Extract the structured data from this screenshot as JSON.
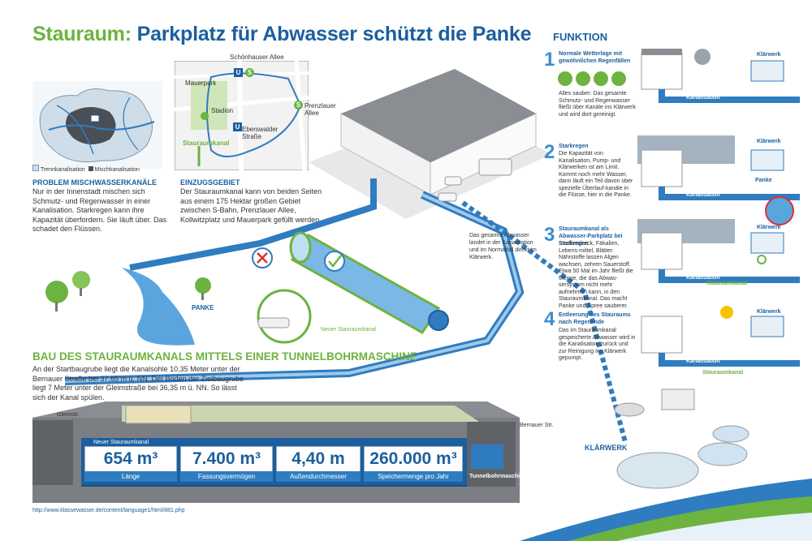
{
  "title": {
    "part1": "Stauraum:",
    "part2": "Parkplatz für Abwasser schützt die Panke"
  },
  "map_berlin": {
    "legend_trenn": "Trennkanalisation",
    "legend_misch": "Mischkanalisation"
  },
  "map_area": {
    "schoenhauser": "Schönhauser Allee",
    "mauerpark": "Mauerpark",
    "stadion": "Stadion",
    "prenzlauer": "Prenzlauer Allee",
    "eberswalder": "Eberswalder Straße",
    "stauraumkanal": "Stauraumkanal",
    "u": "U",
    "s": "S"
  },
  "problem": {
    "heading": "PROBLEM MISCHWASSERKANÄLE",
    "text": "Nur in der Innenstadt mischen sich Schmutz- und Regenwasser in einer Kanalisation. Starkregen kann ihre Kapazität überfordern. Sie läuft über. Das schadet den Flüssen."
  },
  "einzug": {
    "heading": "EINZUGSGEBIET",
    "text": "Der Stauraumkanal kann von beiden Seiten aus einem 175 Hektar großen Gebiet zwischen S-Bahn, Prenzlauer Allee, Kollwitzplatz und Mauerpark gefüllt werden."
  },
  "diagram": {
    "panke": "PANKE",
    "neuer_stauraumkanal": "Neuer Stauraumkanal",
    "abwasser_note": "Das gesamte Abwasser landet in der Kanalisation und im Normalfall direkt im Klärwerk.",
    "klaerwerk": "KLÄRWERK"
  },
  "funktion": {
    "heading": "FUNKTION",
    "steps": [
      {
        "num": "1",
        "heading": "Normale Wetterlage mit gewöhnlichen Regenfällen",
        "text": "Alles sauber: Das gesamte Schmutz- und Regenwasser fließt über Kanäle ins Klärwerk und wird dort gereinigt."
      },
      {
        "num": "2",
        "heading": "Starkregen",
        "text": "Die Kapazität von Kanalisation, Pump- und Klärwerken ist am Limit. Kommt noch mehr Wasser, dann läuft ein Teil davon über spezielle Überlauf-kanäle in die Flüsse, hier in die Panke."
      },
      {
        "num": "3",
        "heading": "Stauraumkanal als Abwasser-Parkplatz bei Starkregen",
        "text": "Straßendreck, Fäkalien, Lebens-mittel, Blätter: Nährstoffe lassen Algen wachsen, zehren Sauerstoff. Etwa 50 Mal im Jahr fließt die Menge, die das Abwas-sersystem nicht mehr aufnehmen kann, in den Stauraumkanal. Das macht Panke und Spree sauberer."
      },
      {
        "num": "4",
        "heading": "Entleerung des Stauraums nach Regenende",
        "text": "Das im Stauraumkanal gespeicherte Abwasser wird in die Kanalisation zurück und zur Reinigung ins Klärwerk gepumpt."
      }
    ],
    "labels": {
      "klaerwerk": "Klärwerk",
      "kanalisation": "Kanalisation",
      "panke": "Panke",
      "stauraumkanal": "Stauraumkanal"
    }
  },
  "bau": {
    "heading": "BAU DES STAURAUMKANALS MITTELS EINER TUNNELBOHRMASCHINE",
    "text": "An der Startbaugrube liegt die Kanalsohle 10,35 Meter unter der Bernauer Straße bei 37,65 m ü. NN. Der Boden der Zielbaugrube liegt 7 Meter unter der Gleimstraße bei 36,35 m ü. NN. So lässt sich der Kanal spülen.",
    "gleimstr": "Gleimstr.",
    "bernauer": "Bernauer Str.",
    "neuer": "Neuer Stauraumkanal",
    "tbm": "Tunnelbohrmaschine"
  },
  "stats": [
    {
      "value": "654 m³",
      "label": "Länge"
    },
    {
      "value": "7.400 m³",
      "label": "Fassungsvermögen"
    },
    {
      "value": "4,40 m",
      "label": "Außendurchmesser"
    },
    {
      "value": "260.000 m³",
      "label": "Speichermenge pro Jahr"
    }
  ],
  "url": "http://www.klassewasser.de/content/language1/html/881.php",
  "colors": {
    "blue": "#1b5f9e",
    "light_blue": "#3a8fd0",
    "green": "#6cb33f"
  }
}
